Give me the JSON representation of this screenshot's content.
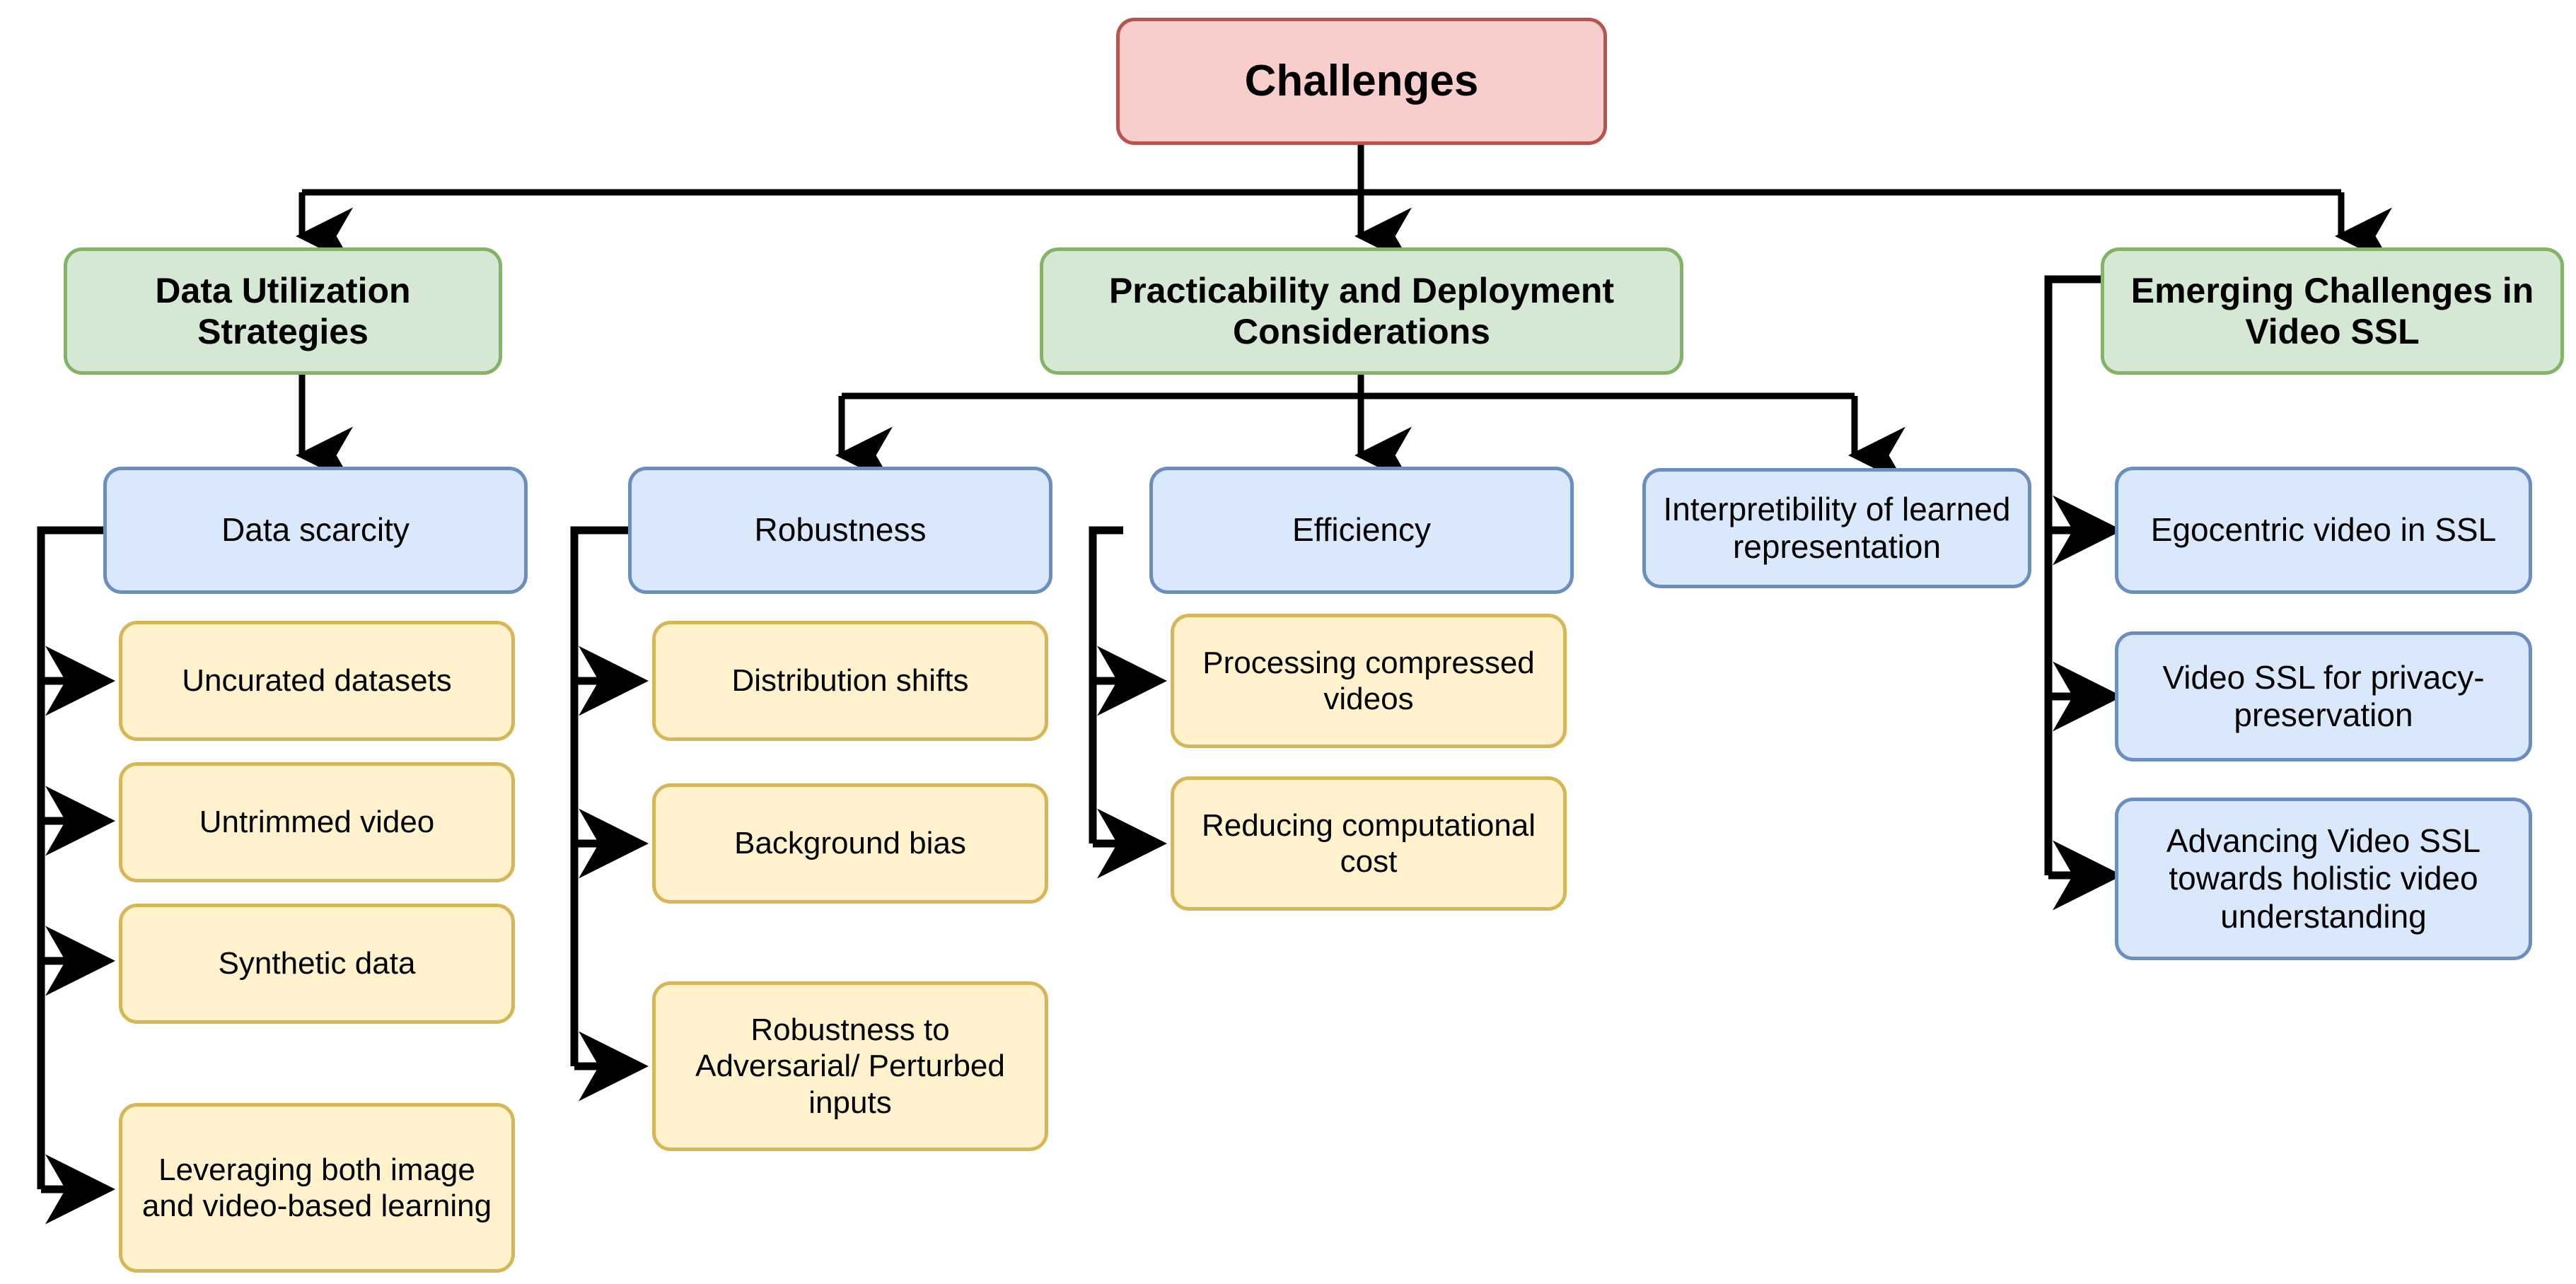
{
  "diagram": {
    "title": "Challenges",
    "palette": {
      "root_fill": "#f8cecc",
      "root_stroke": "#b85450",
      "category_fill": "#d5e8d4",
      "category_stroke": "#82b366",
      "subtopic_fill": "#dae8fc",
      "subtopic_stroke": "#6c8ebf",
      "leaf_fill": "#fff2cc",
      "leaf_stroke": "#d6b656",
      "edge_color": "#000000",
      "background": "#ffffff"
    },
    "root": {
      "label": "Challenges"
    },
    "categories": [
      {
        "label": "Data Utilization Strategies",
        "subtopics": [
          {
            "label": "Data scarcity",
            "leaves": [
              "Uncurated datasets",
              "Untrimmed video",
              "Synthetic data",
              "Leveraging both image and video-based learning"
            ]
          }
        ]
      },
      {
        "label": "Practicability and Deployment Considerations",
        "subtopics": [
          {
            "label": "Robustness",
            "leaves": [
              "Distribution shifts",
              "Background bias",
              "Robustness to Adversarial/ Perturbed inputs"
            ]
          },
          {
            "label": "Efficiency",
            "leaves": [
              "Processing compressed videos",
              "Reducing computational cost"
            ]
          },
          {
            "label": "Interpretibility of learned representation",
            "leaves": []
          }
        ]
      },
      {
        "label": "Emerging Challenges in Video SSL",
        "subtopics": [
          {
            "label": "Egocentric video in SSL",
            "leaves": []
          },
          {
            "label": "Video SSL for privacy-preservation",
            "leaves": []
          },
          {
            "label": "Advancing Video SSL towards holistic video understanding",
            "leaves": []
          }
        ]
      }
    ]
  }
}
